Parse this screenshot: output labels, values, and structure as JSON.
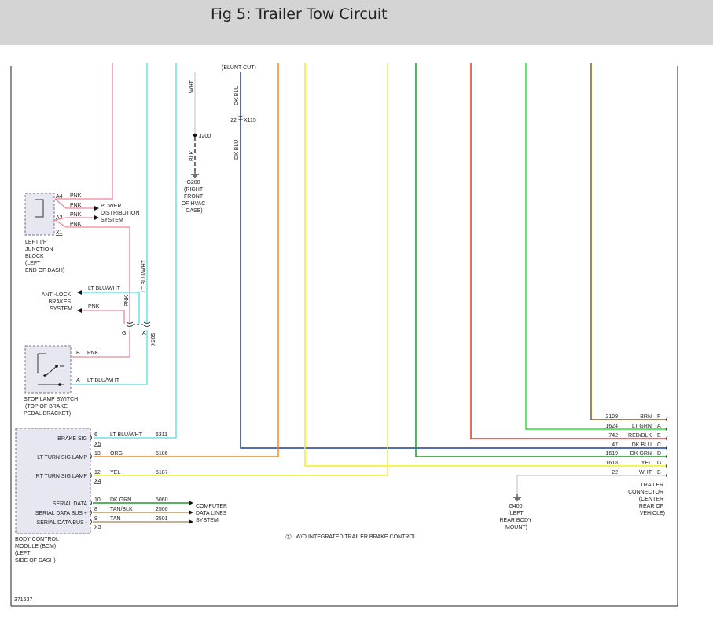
{
  "page": {
    "title": "Fig 5: Trailer Tow Circuit"
  },
  "colors": {
    "pnk": "#f0849a",
    "lt_blu_wht": "#55dde0",
    "org": "#f08a2a",
    "yel": "#f6ee1e",
    "dk_blu": "#1a3aa8",
    "red_blk": "#e8362a",
    "lt_grn": "#33dd33",
    "dk_grn": "#1a9a2a",
    "brn": "#8b5a1a",
    "wht": "#c8c8c8"
  },
  "top": {
    "blunt_cut": "(BLUNT CUT)",
    "wht": "WHT",
    "j200": "J200",
    "blk": "BLK",
    "g200": [
      "G200",
      "(RIGHT",
      "FRONT",
      "OF HVAC",
      "CASE)"
    ],
    "dk_blu_1": "DK BLU",
    "x115_pin": "22",
    "x115": "X115",
    "dk_blu_2": "DK BLU"
  },
  "junction_block": {
    "pins": [
      "A4",
      "A3",
      "X1"
    ],
    "wires": [
      "PNK",
      "PNK",
      "PNK",
      "PNK"
    ],
    "power_dist": [
      "POWER",
      "DISTRIBUTION",
      "SYSTEM"
    ],
    "label": [
      "LEFT I/P",
      "JUNCTION",
      "BLOCK",
      "(LEFT",
      "END OF DASH)"
    ]
  },
  "abs": {
    "label": [
      "ANTI-LOCK",
      "BRAKES",
      "SYSTEM"
    ],
    "wire1": "LT BLU/WHT",
    "wire2": "PNK",
    "vert_pnk": "PNK",
    "vert_ltbluwht": "LT BLU/WHT",
    "pin_g": "G",
    "pin_a": "A",
    "x205": "X205"
  },
  "stop_lamp": {
    "pin_b": "B",
    "wire_b": "PNK",
    "pin_a": "A",
    "wire_a": "LT BLU/WHT",
    "label": [
      "STOP LAMP SWITCH",
      "(TOP OF BRAKE",
      "PEDAL BRACKET)"
    ]
  },
  "bcm": {
    "rows": [
      {
        "sig": "BRAKE SIG",
        "pin": "6",
        "conn": "X5",
        "wire": "LT BLU/WHT",
        "circuit": "6311"
      },
      {
        "sig": "LT TURN SIG LAMP",
        "pin": "13",
        "conn": "",
        "wire": "ORG",
        "circuit": "5186"
      },
      {
        "sig": "RT TURN SIG LAMP",
        "pin": "12",
        "conn": "X4",
        "wire": "YEL",
        "circuit": "5187"
      },
      {
        "sig": "SERIAL DATA",
        "pin": "10",
        "conn": "",
        "wire": "DK GRN",
        "circuit": "5060"
      },
      {
        "sig": "SERIAL DATA BUS +",
        "pin": "8",
        "conn": "",
        "wire": "TAN/BLK",
        "circuit": "2500"
      },
      {
        "sig": "SERIAL DATA BUS -",
        "pin": "9",
        "conn": "X3",
        "wire": "TAN",
        "circuit": "2501"
      }
    ],
    "computer_data": [
      "COMPUTER",
      "DATA LINES",
      "SYSTEM"
    ],
    "label": [
      "BODY CONTROL",
      "MODULE (BCM)",
      "(LEFT",
      "SIDE OF DASH)"
    ]
  },
  "trailer": {
    "rows": [
      {
        "circuit": "2109",
        "wire": "BRN",
        "pin": "F"
      },
      {
        "circuit": "1624",
        "wire": "LT GRN",
        "pin": "A"
      },
      {
        "circuit": "742",
        "wire": "RED/BLK",
        "pin": "E"
      },
      {
        "circuit": "47",
        "wire": "DK BLU",
        "pin": "C"
      },
      {
        "circuit": "1619",
        "wire": "DK GRN",
        "pin": "D"
      },
      {
        "circuit": "1618",
        "wire": "YEL",
        "pin": "G"
      },
      {
        "circuit": "22",
        "wire": "WHT",
        "pin": "B"
      }
    ],
    "label": [
      "TRAILER",
      "CONNECTOR",
      "(CENTER",
      "REAR OF",
      "VEHICLE)"
    ]
  },
  "g400": [
    "G400",
    "(LEFT",
    "REAR BODY",
    "MOUNT)"
  ],
  "footnote_mark": "①",
  "footnote": "W/O INTEGRATED TRAILER BRAKE CONTROL",
  "figure_id": "371637"
}
